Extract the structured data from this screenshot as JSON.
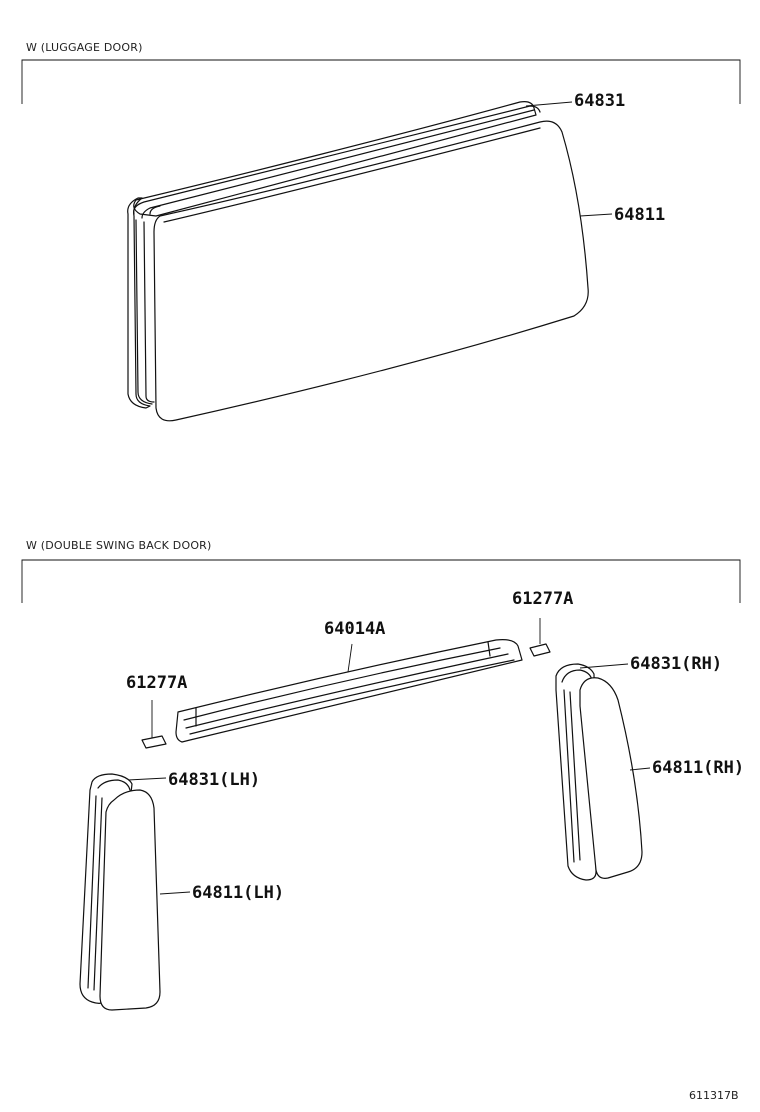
{
  "sections": {
    "luggage": {
      "title": "W (LUGGAGE DOOR)"
    },
    "double_swing": {
      "title": "W (DOUBLE SWING BACK DOOR)"
    }
  },
  "parts": {
    "luggage_weatherstrip": "64831",
    "luggage_glass": "64811",
    "moulding": "64014A",
    "clip_right": "61277A",
    "clip_left": "61277A",
    "weatherstrip_rh": "64831(RH)",
    "glass_rh": "64811(RH)",
    "weatherstrip_lh": "64831(LH)",
    "glass_lh": "64811(LH)"
  },
  "footer": {
    "diagram_id": "611317B"
  }
}
